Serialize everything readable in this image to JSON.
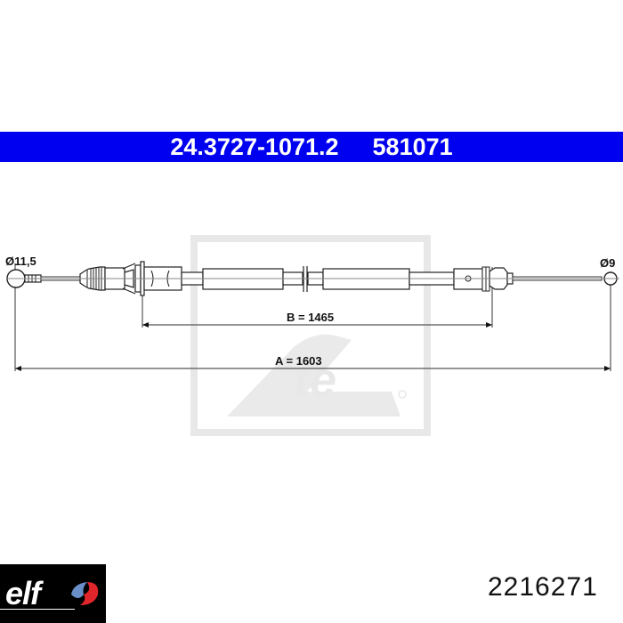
{
  "header": {
    "part_number": "24.3727-1071.2",
    "ref_number": "581071",
    "background_color": "#0000f0"
  },
  "drawing": {
    "left_diameter_label": "Ø11,5",
    "right_diameter_label": "Ø9",
    "dimension_b_label": "B = 1465",
    "dimension_a_label": "A = 1603",
    "watermark": "ate-logo-icon"
  },
  "footer": {
    "brand_logo_text": "elf",
    "brand_logo_icon": "elf-swirl-icon",
    "product_code": "2216271"
  }
}
